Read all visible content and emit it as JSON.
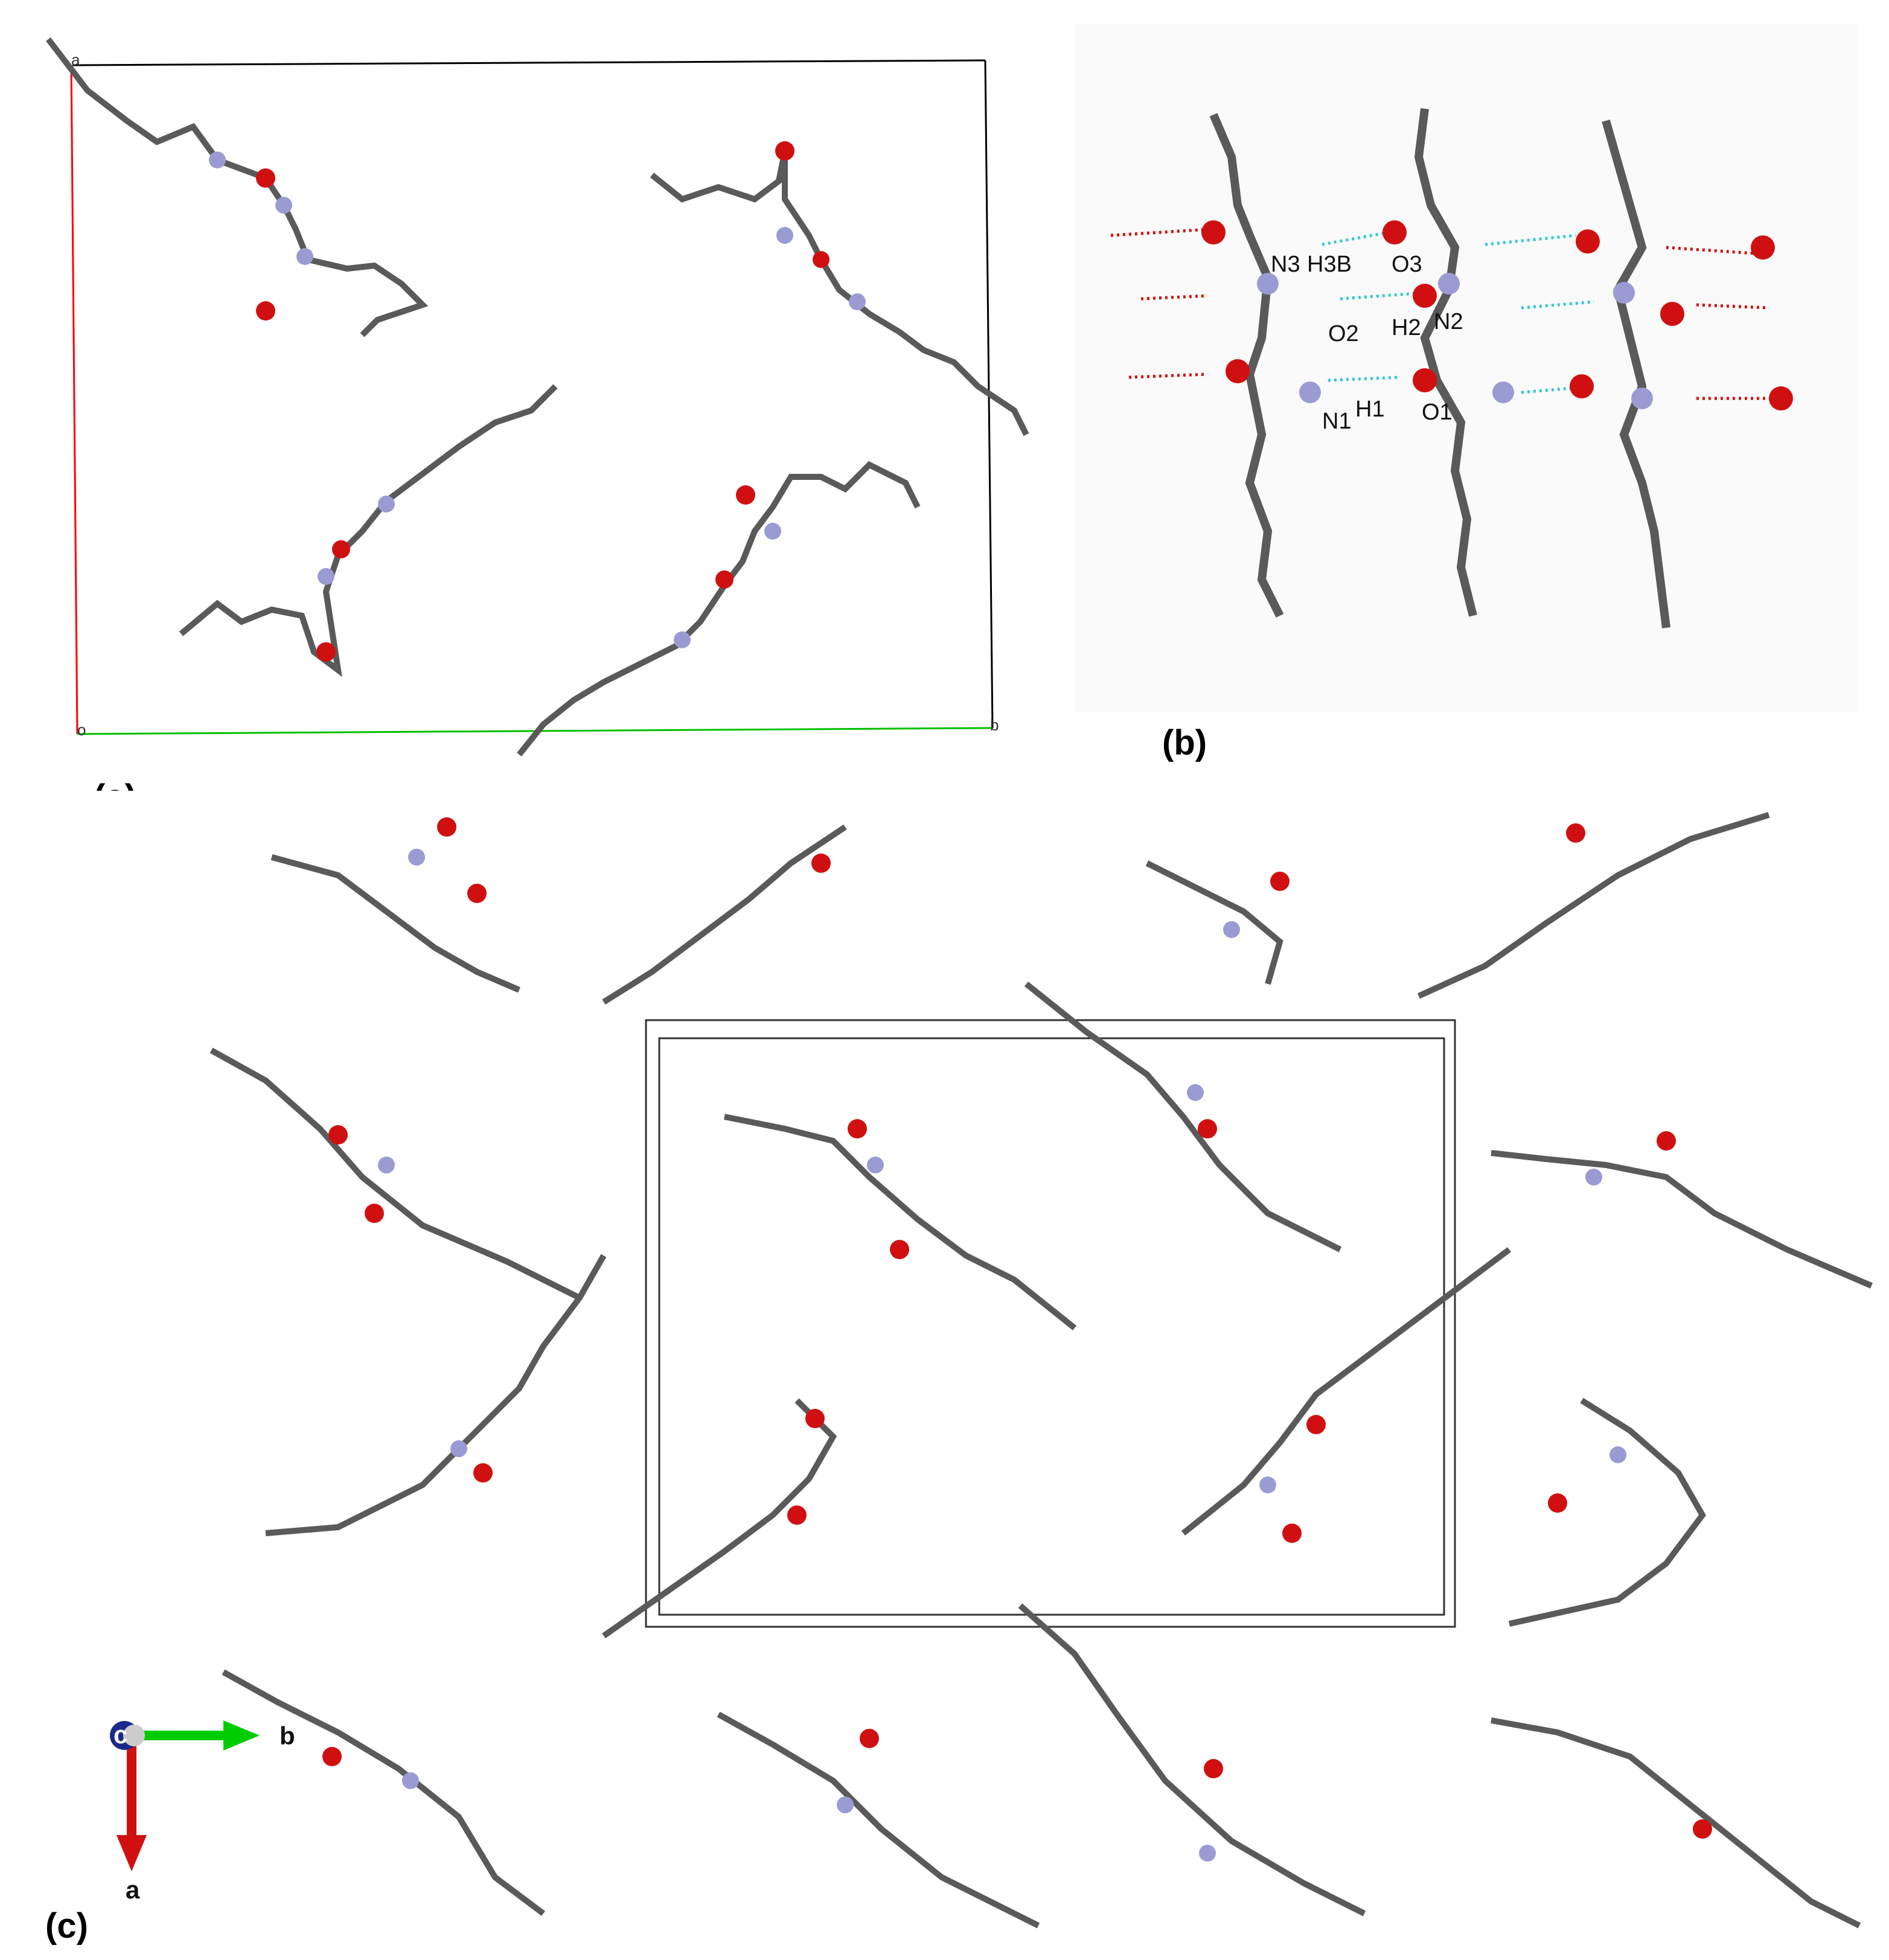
{
  "panels": {
    "a": {
      "label": "(a)",
      "corner_labels": {
        "origin": "o",
        "a": "a",
        "b": "b"
      }
    },
    "b": {
      "label": "(b)",
      "atom_labels": {
        "n3": "N3",
        "h3b": "H3B",
        "o3": "O3",
        "o2": "O2",
        "h2": "H2",
        "n2": "N2",
        "n1": "N1",
        "h1": "H1",
        "o1": "O1"
      }
    },
    "c": {
      "label": "(c)",
      "axis_labels": {
        "a": "a",
        "b": "b",
        "c": "c"
      }
    }
  },
  "colors": {
    "carbon": "#5a5a5a",
    "hydrogen": "#d8d8d8",
    "nitrogen": "#9b9bd4",
    "oxygen": "#d01010",
    "cell_a_axis": "#ff0000",
    "cell_b_axis": "#00c000",
    "cell_edge": "#000000",
    "hbond_intra": "#33c9d6",
    "hbond_inter": "#d01010",
    "axis_c": "#1a2a8c"
  }
}
